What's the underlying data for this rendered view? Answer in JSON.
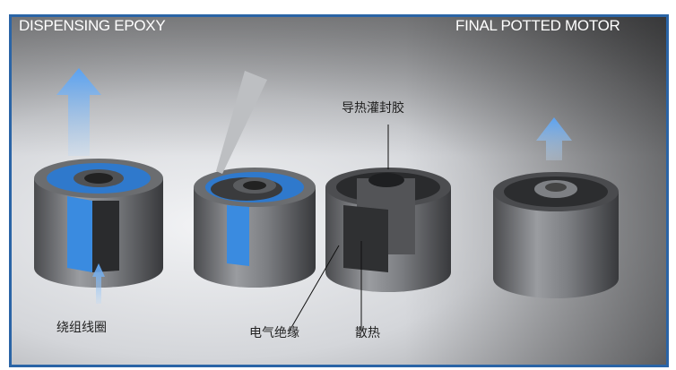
{
  "titles": {
    "left": "DISPENSING EPOXY",
    "right": "FINAL POTTED MOTOR"
  },
  "labels": {
    "potting": "导热灌封胶",
    "winding": "绕组线圈",
    "insulation": "电气绝缘",
    "heat": "散热"
  },
  "colors": {
    "frame": "#2a64a6",
    "coil": "#3a8be0",
    "arrow": "#6fb0f5"
  }
}
